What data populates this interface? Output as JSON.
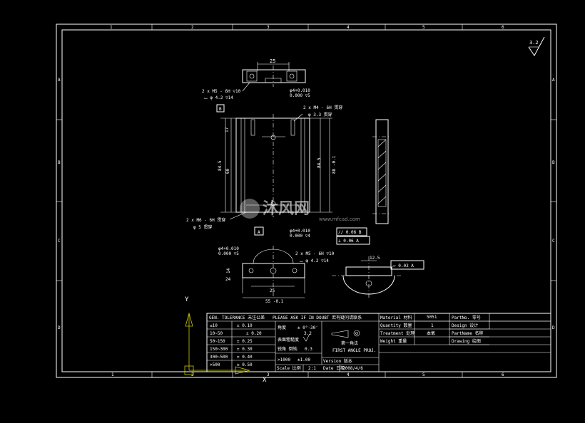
{
  "border": {
    "top_zones": [
      "1",
      "2",
      "3",
      "4",
      "5",
      "6"
    ],
    "bottom_zones": [
      "1",
      "2",
      "3",
      "4",
      "5",
      "6"
    ],
    "side_zones": [
      "A",
      "B",
      "C",
      "D"
    ]
  },
  "roughness": {
    "value": "3.2"
  },
  "views": {
    "top_dim": "25",
    "top_hole_note_1": "2 x  M5 - 6H ▽10",
    "top_hole_note_2": "⌴ φ 4.2 ▽14",
    "top_pin_1": "φ4+0.010",
    "top_pin_2": "0.000 ▽5",
    "datum_b": "B",
    "front_hole_note_1": "2 x  M4 - 6H 贯穿",
    "front_hole_note_2": "φ 3.3 贯穿",
    "dim_17": "17",
    "dim_845_left": "84.5",
    "dim_60": "60",
    "dim_845_right": "84.5",
    "dim_8841": "88 -0.1",
    "front_lower_note_1": "2 x  M6 - 6H 贯穿",
    "front_lower_note_2": "φ 5 贯穿",
    "datum_a": "A",
    "front_pin_1": "φ4+0.010",
    "front_pin_2": "0.000 ▽4",
    "fcf_parallel": "// 0.06 B",
    "fcf_perp": "⊥ 0.06 A",
    "bottom_pin_1": "φ4+0.010",
    "bottom_pin_2": "0.000 ▽5",
    "bottom_hole_note_1": "2 x  M5 - 6H ▽10",
    "bottom_hole_note_2": "⌴ φ 4.2 ▽14",
    "dim_bottom_25": "25",
    "dim_bottom_55": "55 -0.1",
    "side_dim_1": "14",
    "side_dim_2": "24",
    "right_dim": "12.5",
    "fcf_flat": "⏥ 0.03 A"
  },
  "axis": {
    "y_label": "Y",
    "x_label": "X"
  },
  "title_block": {
    "tol_header": "GEN. TOLERANCE  未注公差",
    "tol_rows": [
      {
        "range": "≤10",
        "tol": "± 0.10"
      },
      {
        "range": "10~50",
        "tol": "± 0.20"
      },
      {
        "range": "50~150",
        "tol": "± 0.25"
      },
      {
        "range": "150~300",
        "tol": "± 0.30"
      },
      {
        "range": "300~500",
        "tol": "± 0.40"
      },
      {
        "range": ">500",
        "tol": "± 0.50"
      }
    ],
    "ask_note": "PLEASE ASK IF IN DOUBT 若有疑问请联系",
    "angle_label": "角度",
    "angle_value": "± 0°-30'",
    "rough_label": "表面粗糙度",
    "rough_value": "3.2",
    "chamfer_label": "锐角 倒钝",
    "chamfer_value": "0.3",
    "big_range": ">1000",
    "big_tol": "±1.00",
    "first_angle_cn": "第一角法",
    "first_angle": "FIRST ANGLE PROJ.",
    "scale_label": "Scale 比例",
    "scale_value": "2:1",
    "version_label": "Version 版本",
    "date_label": "Date 日期",
    "date_value": "2008/4/6",
    "material_label": "Material 材料",
    "material_value": "5051",
    "quantity_label": "Quantity 数量",
    "quantity_value": "1",
    "treatment_label": "Treatment 处理",
    "treatment_value": "本氧",
    "weight_label": "Weight 重量",
    "partno_label": "PartNo. 零号",
    "designed_label": "Design 设计",
    "partname_label": "PartName 名称",
    "drawing_label": "Drawing 绘图"
  },
  "watermark": {
    "brand": "沐风网",
    "url": "www.mfcad.com"
  }
}
